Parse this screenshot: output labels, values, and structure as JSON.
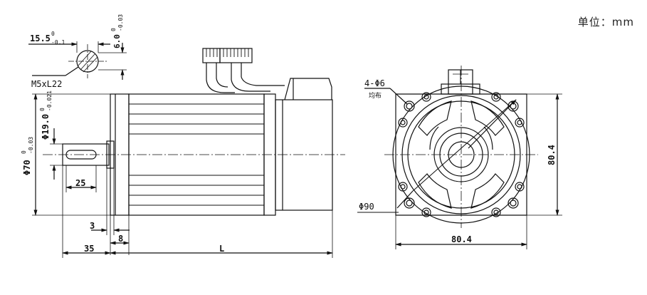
{
  "units_label": "单位：mm",
  "side_view": {
    "key_width": "15.5",
    "key_width_upper": "0",
    "key_width_lower": "-0.1",
    "key_depth": "6.0",
    "key_depth_upper": "0",
    "key_depth_lower": "-0.03",
    "thread": "M5xL22",
    "pilot_dia": "Φ70",
    "pilot_upper": "0",
    "pilot_lower": "-0.03",
    "shaft_dia": "Φ19.0",
    "shaft_upper": "0",
    "shaft_lower": "-0.021",
    "key_length": "25",
    "flange_step": "3",
    "flange_thk": "8",
    "shaft_length": "35",
    "body_length": "L"
  },
  "front_view": {
    "holes": "4-Φ6",
    "holes_note": "均布",
    "pcd": "Φ90",
    "width": "80.4",
    "height": "80.4"
  }
}
